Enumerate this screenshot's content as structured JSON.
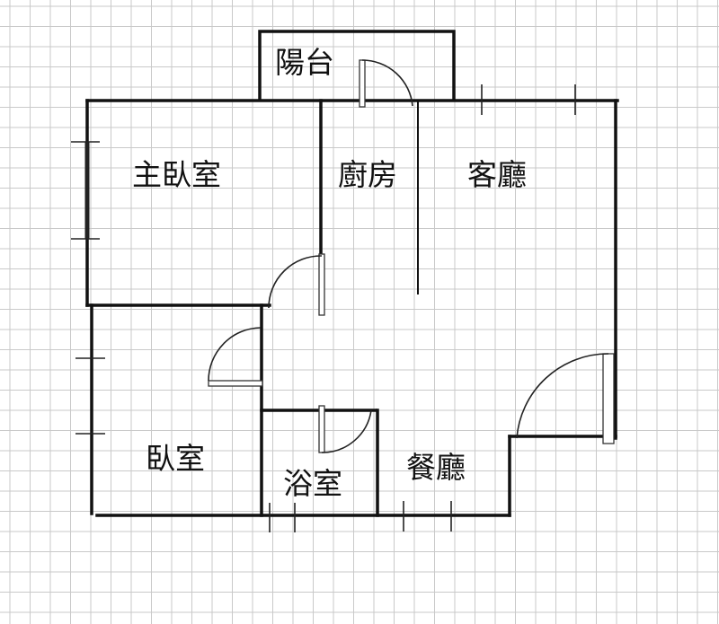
{
  "rooms": {
    "balcony": "陽台",
    "master_bedroom": "主臥室",
    "kitchen": "廚房",
    "living_room": "客廳",
    "bedroom": "臥室",
    "bathroom": "浴室",
    "dining_room": "餐廳"
  },
  "colors": {
    "wall": "#111111",
    "grid": "#c9c9c9",
    "background": "#ffffff"
  }
}
